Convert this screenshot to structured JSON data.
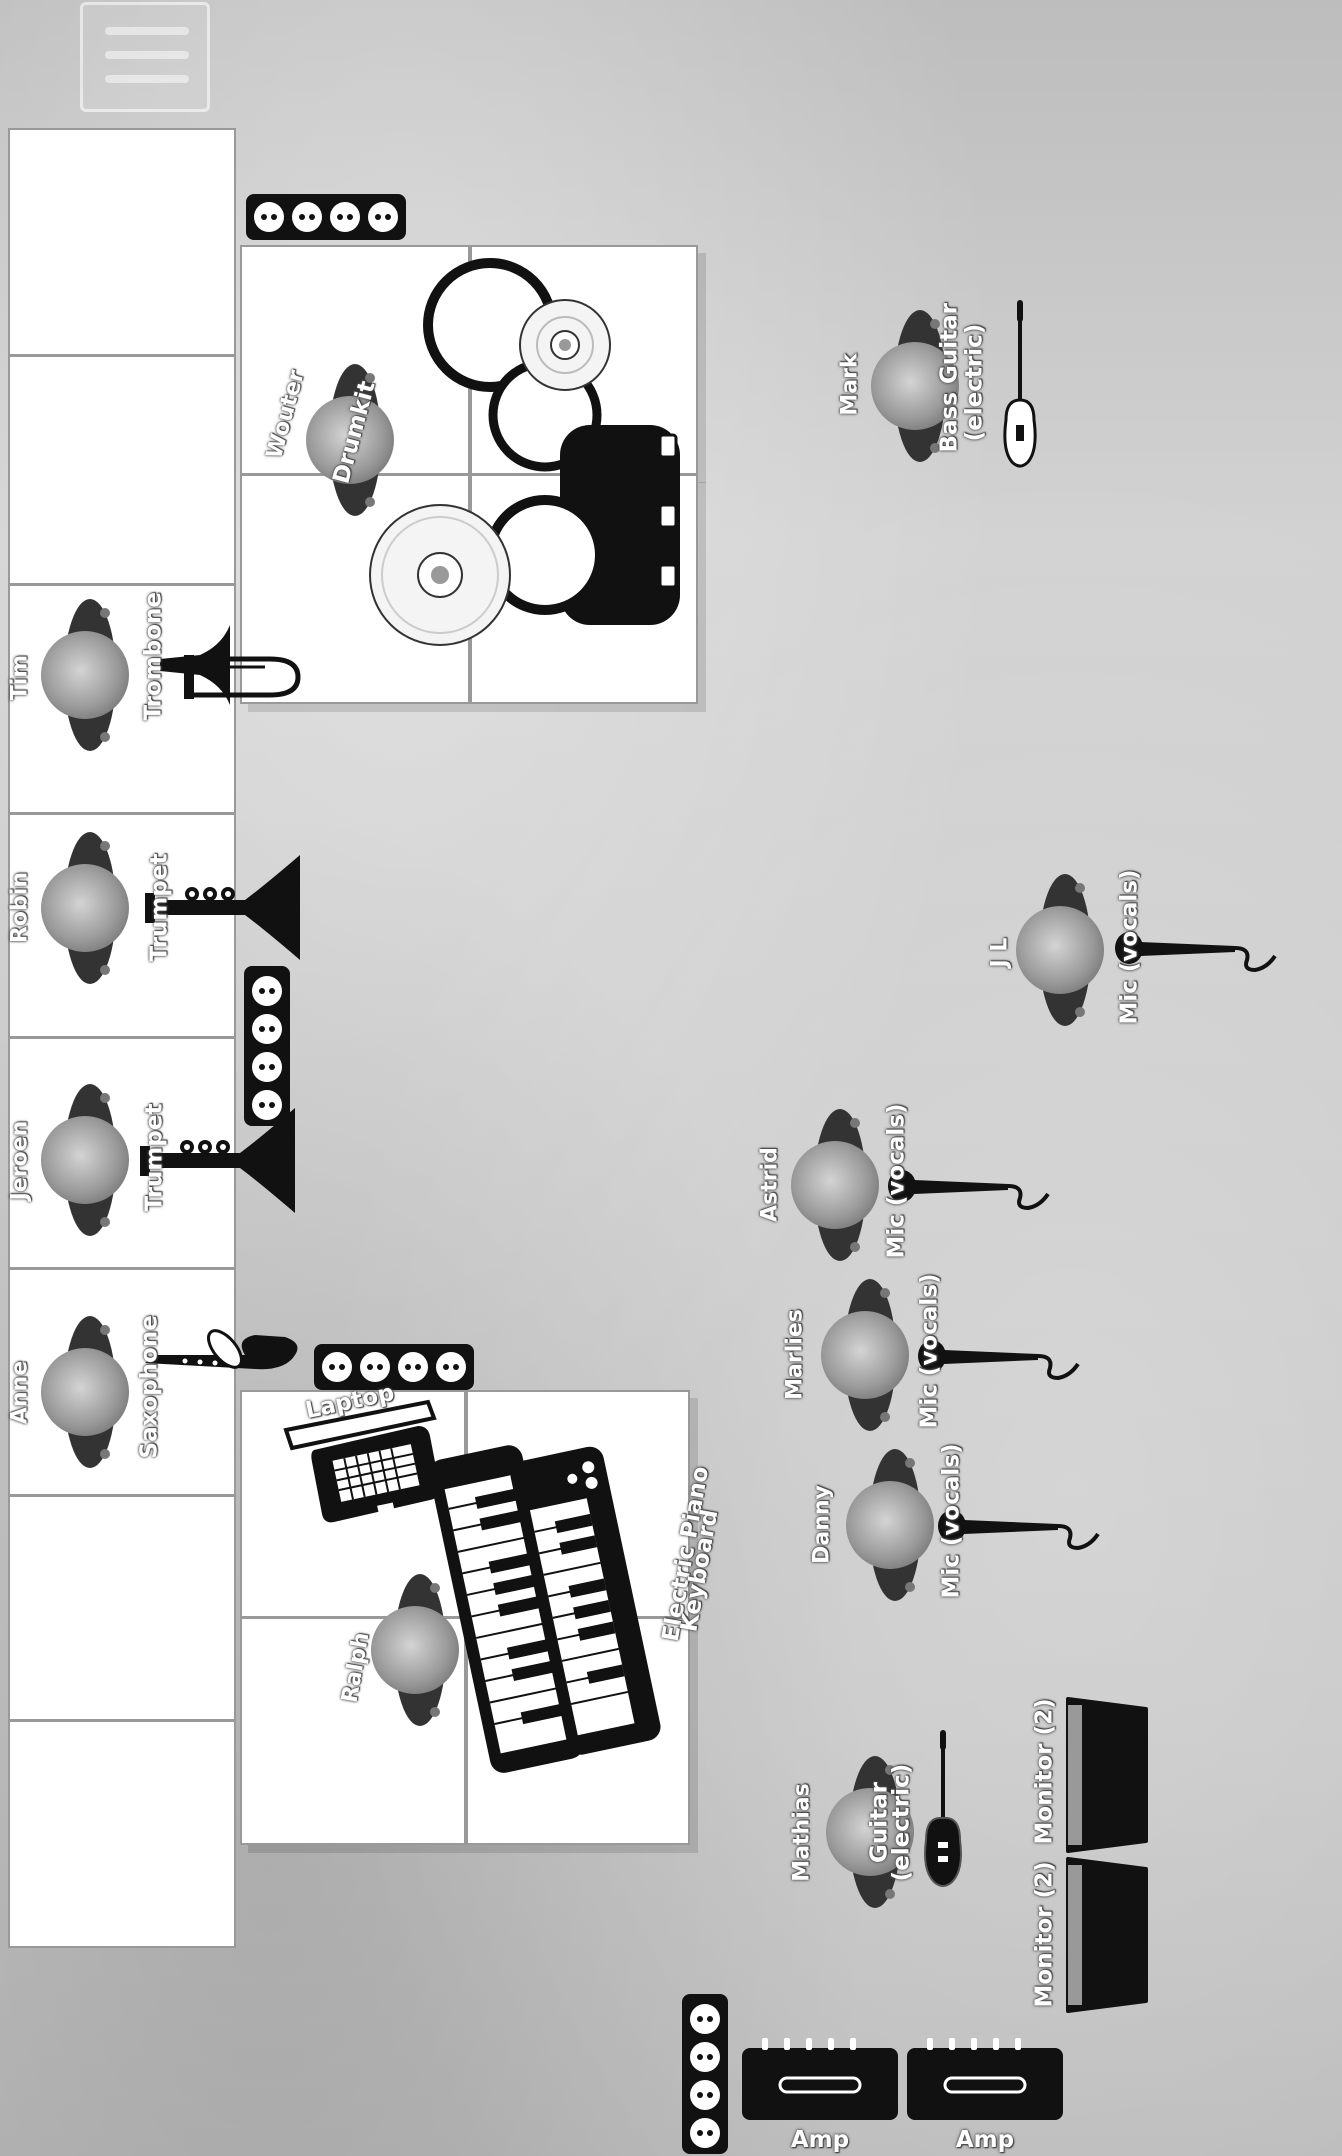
{
  "stage": {
    "title": ""
  },
  "trash": {
    "icon": "trash-can-icon"
  },
  "colors": {
    "background": "#c8c8c8",
    "riser": "#ffffff",
    "equipment": "#111111",
    "label": "#ffffff"
  },
  "people": {
    "tim": "Tim",
    "robin": "Robin",
    "jeroen": "Jeroen",
    "anne": "Anne",
    "wouter": "Wouter",
    "ralph": "Ralph",
    "mark": "Mark",
    "jl": "J L",
    "astrid": "Astrid",
    "marlies": "Marlies",
    "danny": "Danny",
    "mathias": "Mathias"
  },
  "instruments": {
    "trombone": "Trombone",
    "trumpet1": "Trumpet",
    "trumpet2": "Trumpet",
    "saxophone": "Saxophone",
    "drumkit": "Drumkit",
    "laptop": "Laptop",
    "keyboard_line1": "Electric Piano",
    "keyboard_line2": "Keyboard",
    "bass_line1": "Bass Guitar",
    "bass_line2": "(electric)",
    "mic_jl": "Mic (vocals)",
    "mic_astrid": "Mic (vocals)",
    "mic_marlies": "Mic (vocals)",
    "mic_danny": "Mic (vocals)",
    "guitar_line1": "Guitar",
    "guitar_line2": "(electric)",
    "monitor1": "Monitor (2)",
    "monitor2": "Monitor (2)",
    "amp1": "Amp",
    "amp2": "Amp"
  }
}
